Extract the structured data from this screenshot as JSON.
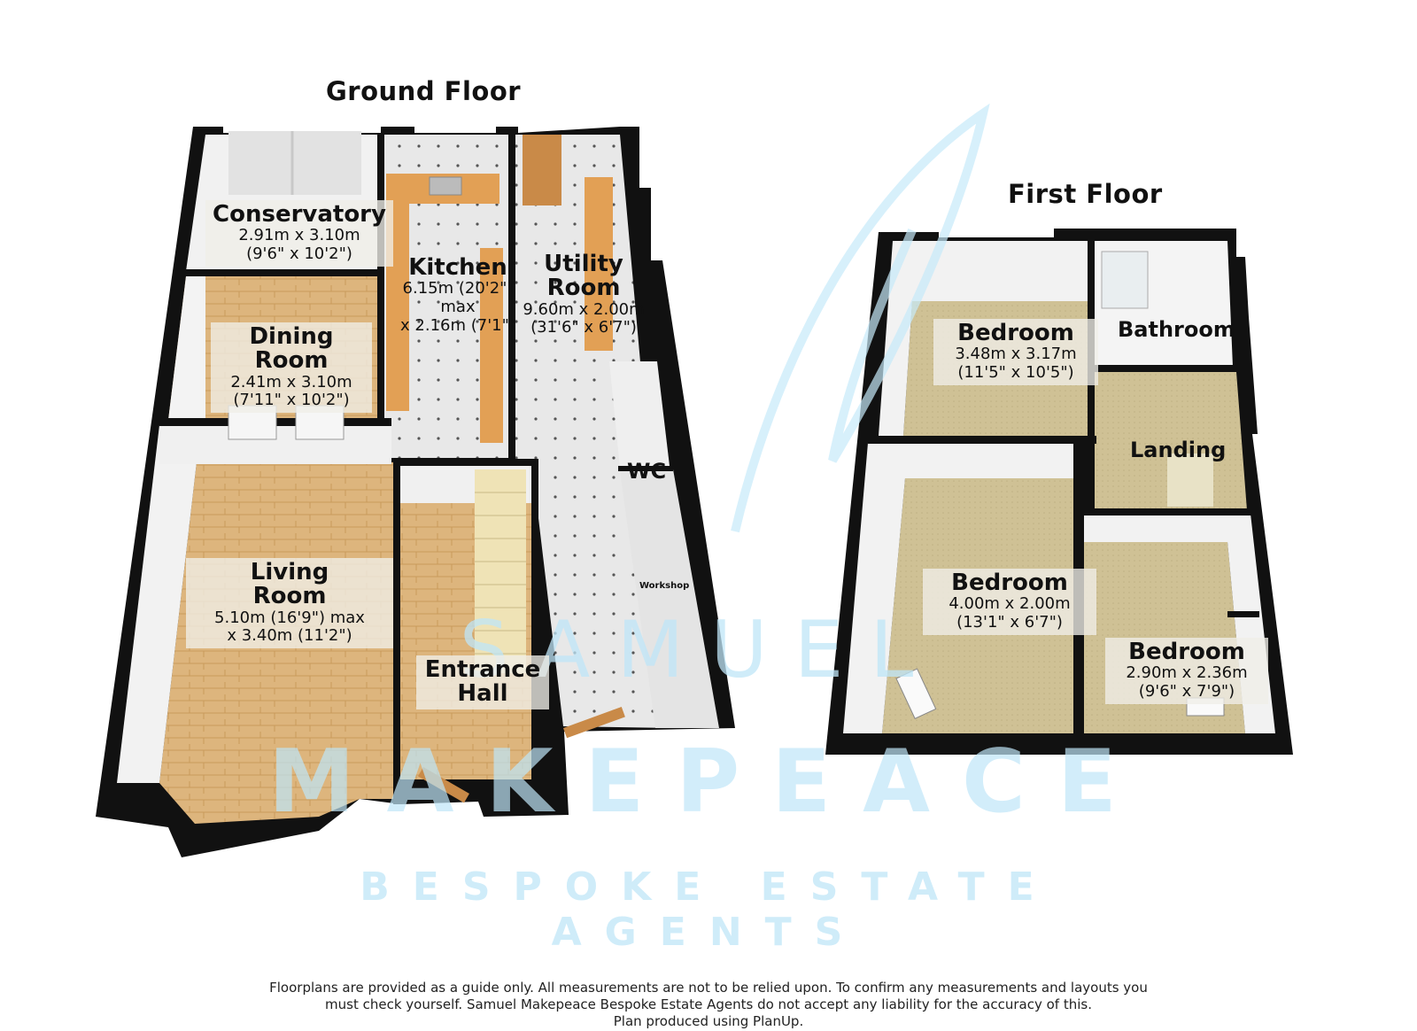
{
  "ground_floor": {
    "title": "Ground Floor",
    "rooms": {
      "conservatory": {
        "name": "Conservatory",
        "dim1": "2.91m x 3.10m",
        "dim2": "(9'6\" x 10'2\")"
      },
      "kitchen": {
        "name": "Kitchen",
        "dim1": "6.15m (20'2\") max",
        "dim2": "x 2.16m (7'1\")"
      },
      "utility": {
        "name1": "Utility",
        "name2": "Room",
        "dim1": "9.60m x 2.00m",
        "dim2": "(31'6\" x 6'7\")"
      },
      "dining": {
        "name1": "Dining",
        "name2": "Room",
        "dim1": "2.41m x 3.10m",
        "dim2": "(7'11\" x 10'2\")"
      },
      "wc": {
        "name": "WC"
      },
      "workshop": {
        "name": "Workshop"
      },
      "living": {
        "name1": "Living",
        "name2": "Room",
        "dim1": "5.10m (16'9\") max",
        "dim2": "x 3.40m (11'2\")"
      },
      "hall": {
        "name1": "Entrance",
        "name2": "Hall"
      }
    }
  },
  "first_floor": {
    "title": "First Floor",
    "rooms": {
      "bedroom1": {
        "name": "Bedroom",
        "dim1": "3.48m x 3.17m",
        "dim2": "(11'5\" x 10'5\")"
      },
      "bathroom": {
        "name": "Bathroom"
      },
      "landing": {
        "name": "Landing"
      },
      "bedroom2": {
        "name": "Bedroom",
        "dim1": "4.00m x 2.00m",
        "dim2": "(13'1\" x 6'7\")"
      },
      "bedroom3": {
        "name": "Bedroom",
        "dim1": "2.90m x 2.36m",
        "dim2": "(9'6\" x 7'9\")"
      }
    }
  },
  "watermark": {
    "word1": "SAMUEL",
    "word2": "MAKEPEACE",
    "tagline": "BESPOKE ESTATE AGENTS"
  },
  "disclaimer": {
    "line1": "Floorplans are provided as a guide only.  All measurements are not to be relied upon. To confirm any measurements and layouts you",
    "line2": "must check yourself.  Samuel Makepeace Bespoke Estate Agents do not accept any liability for the accuracy of this.",
    "line3": "Plan produced using PlanUp."
  },
  "colors": {
    "wall": "#111111",
    "wood_floor": "#d9b27a",
    "tile_floor": "#e6e6e6",
    "carpet": "#cdbf93",
    "worktop": "#e2a055",
    "watermark": "#bfe6f8"
  }
}
